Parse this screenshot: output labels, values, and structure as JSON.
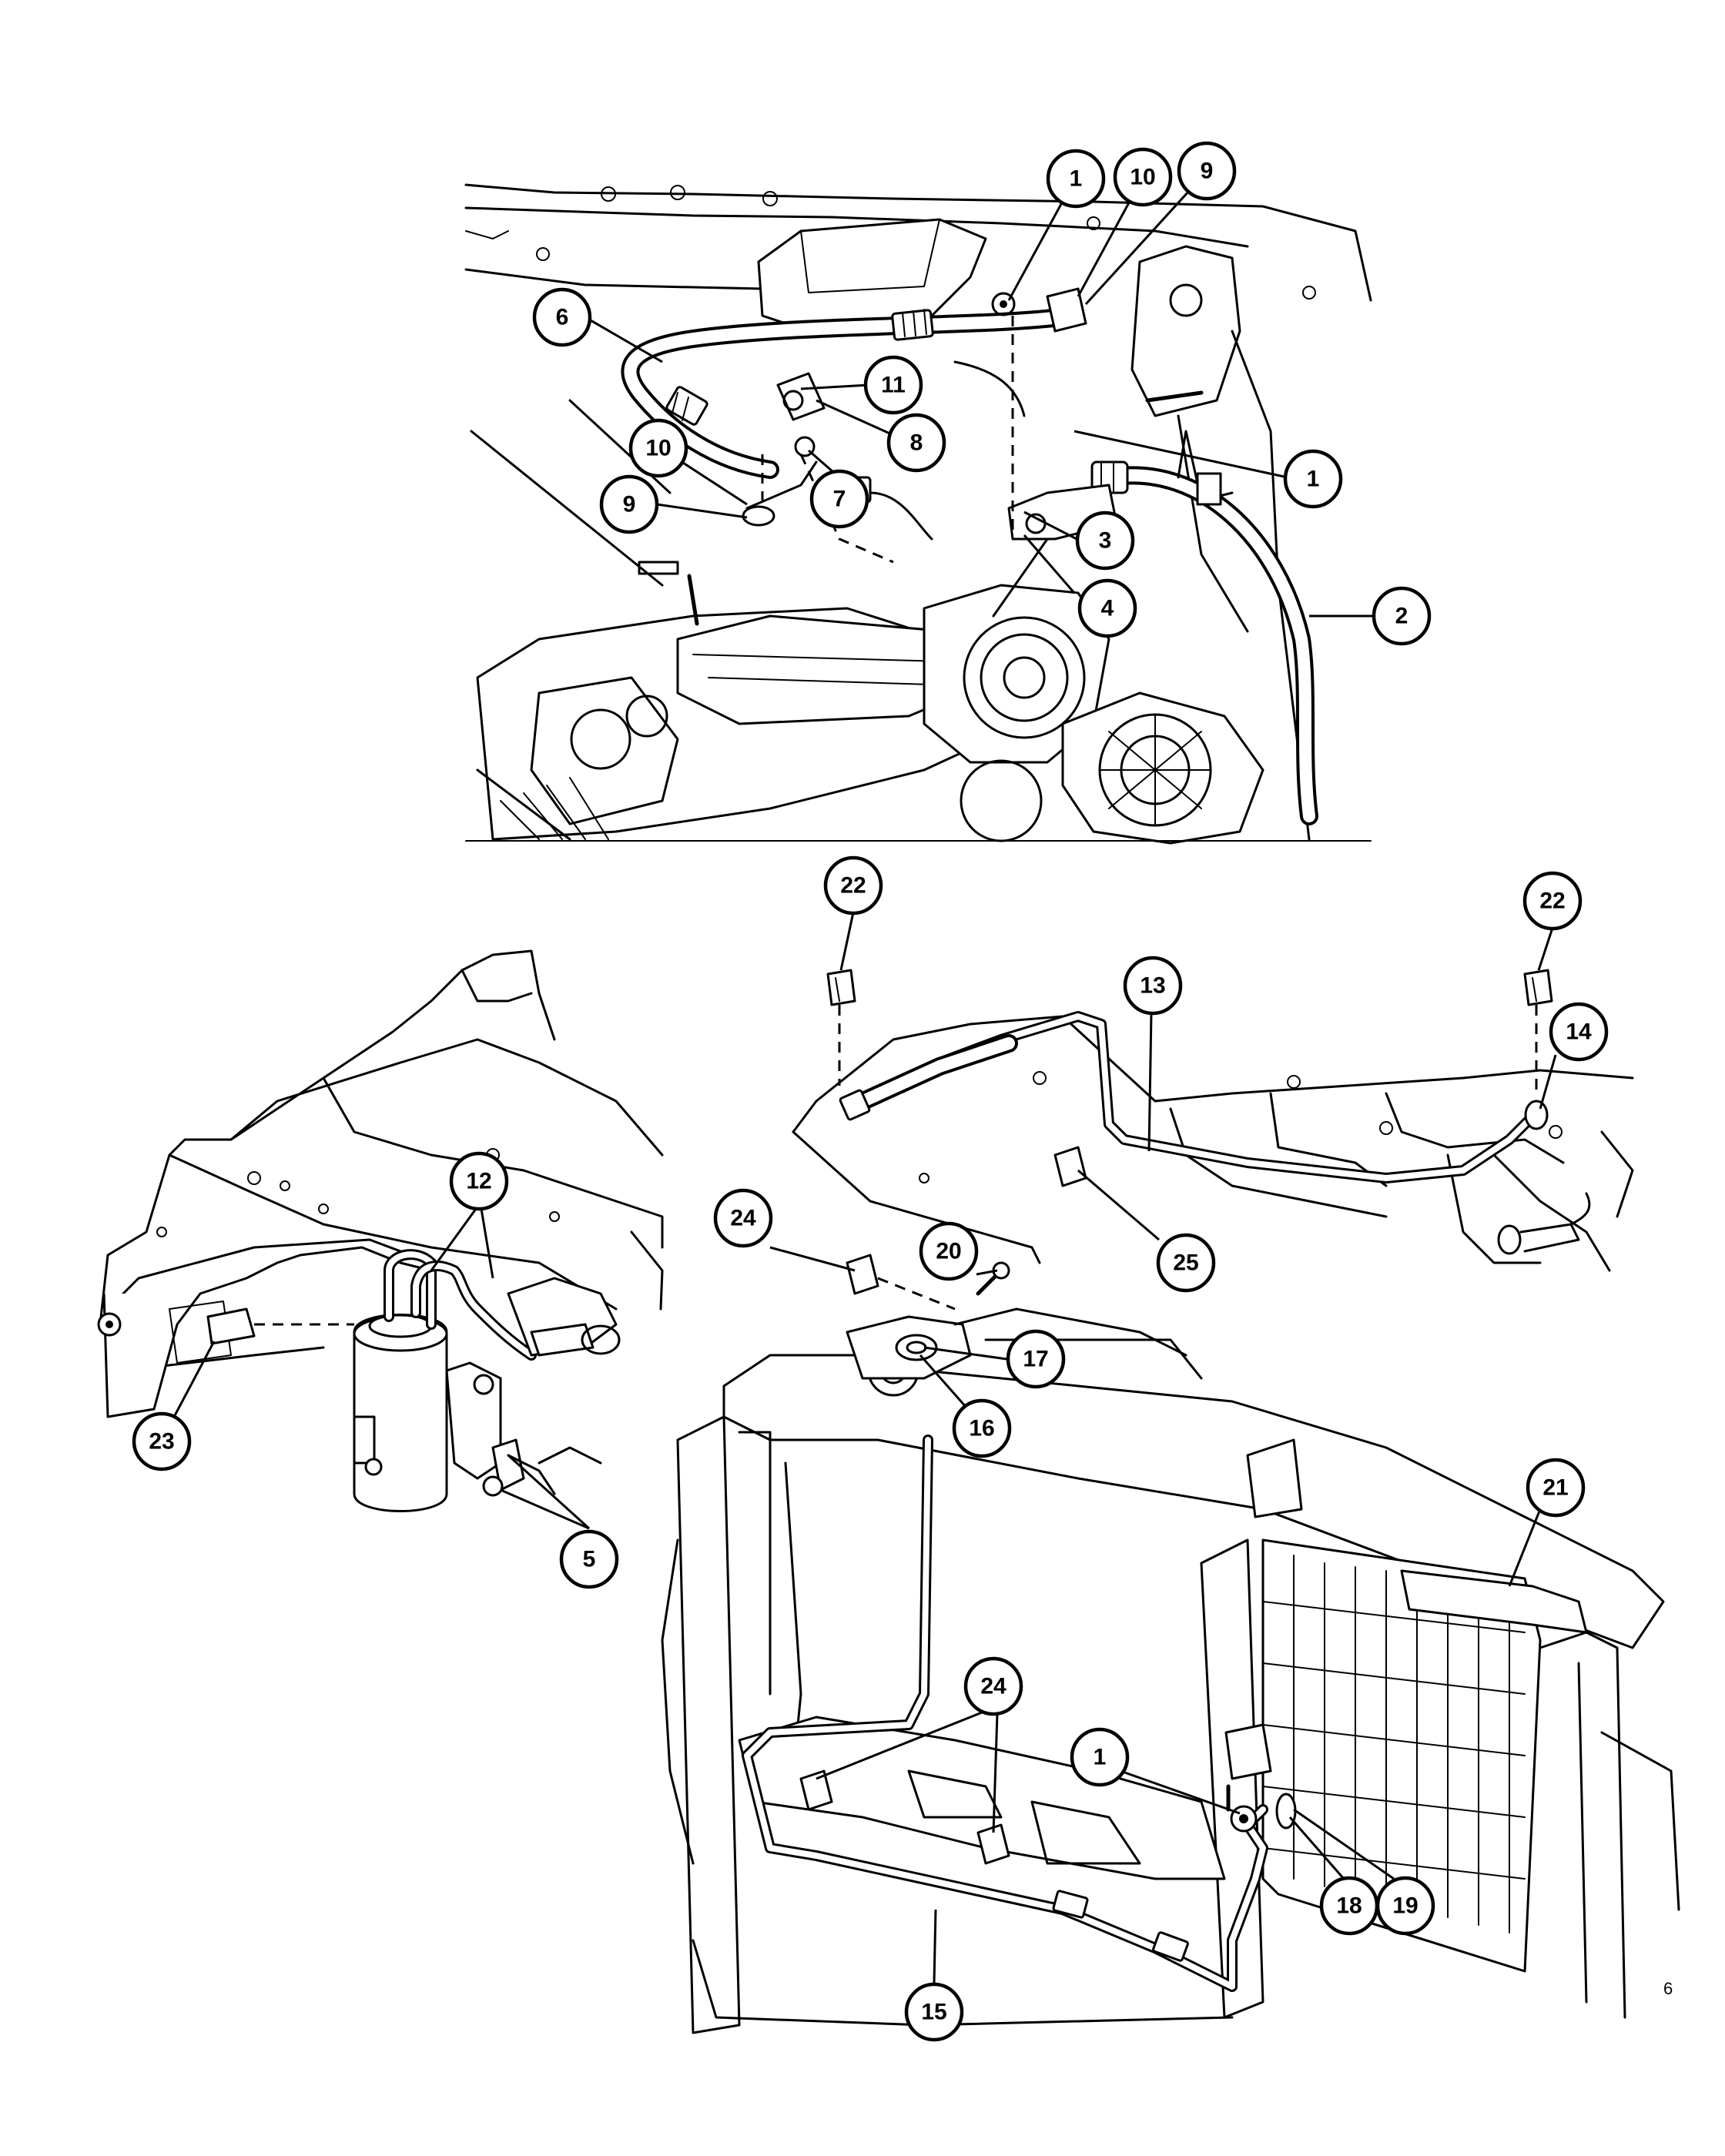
{
  "diagram": {
    "callouts": [
      {
        "id": "c1a",
        "label": "1"
      },
      {
        "id": "c10a",
        "label": "10"
      },
      {
        "id": "c9a",
        "label": "9"
      },
      {
        "id": "c6",
        "label": "6"
      },
      {
        "id": "c11",
        "label": "11"
      },
      {
        "id": "c8",
        "label": "8"
      },
      {
        "id": "c10b",
        "label": "10"
      },
      {
        "id": "c9b",
        "label": "9"
      },
      {
        "id": "c7",
        "label": "7"
      },
      {
        "id": "c1b",
        "label": "1"
      },
      {
        "id": "c3",
        "label": "3"
      },
      {
        "id": "c4",
        "label": "4"
      },
      {
        "id": "c2",
        "label": "2"
      },
      {
        "id": "c22a",
        "label": "22"
      },
      {
        "id": "c22b",
        "label": "22"
      },
      {
        "id": "c13",
        "label": "13"
      },
      {
        "id": "c14",
        "label": "14"
      },
      {
        "id": "c12",
        "label": "12"
      },
      {
        "id": "c24a",
        "label": "24"
      },
      {
        "id": "c20",
        "label": "20"
      },
      {
        "id": "c25",
        "label": "25"
      },
      {
        "id": "c17",
        "label": "17"
      },
      {
        "id": "c16",
        "label": "16"
      },
      {
        "id": "c23",
        "label": "23"
      },
      {
        "id": "c5",
        "label": "5"
      },
      {
        "id": "c21",
        "label": "21"
      },
      {
        "id": "c24b",
        "label": "24"
      },
      {
        "id": "c1c",
        "label": "1"
      },
      {
        "id": "c18",
        "label": "18"
      },
      {
        "id": "c19",
        "label": "19"
      },
      {
        "id": "c15",
        "label": "15"
      }
    ],
    "corner_mark": "6"
  }
}
